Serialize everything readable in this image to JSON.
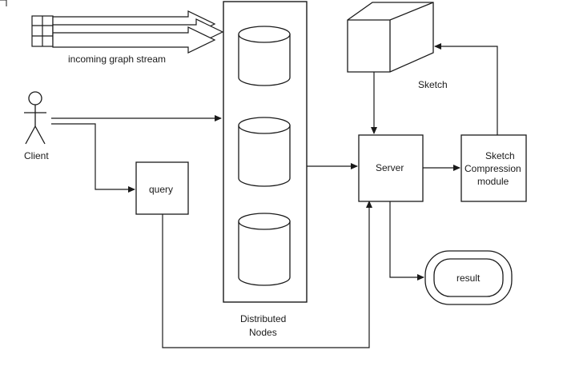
{
  "labels": {
    "stream": "incoming graph stream",
    "client": "Client",
    "query": "query",
    "distributed_line1": "Distributed",
    "distributed_line2": "Nodes",
    "sketch": "Sketch",
    "server": "Server",
    "compression_line1": "Sketch",
    "compression_line2": "Compression",
    "compression_line3": "module",
    "result": "result"
  },
  "colors": {
    "stroke": "#1a1a1a",
    "background": "#ffffff"
  }
}
